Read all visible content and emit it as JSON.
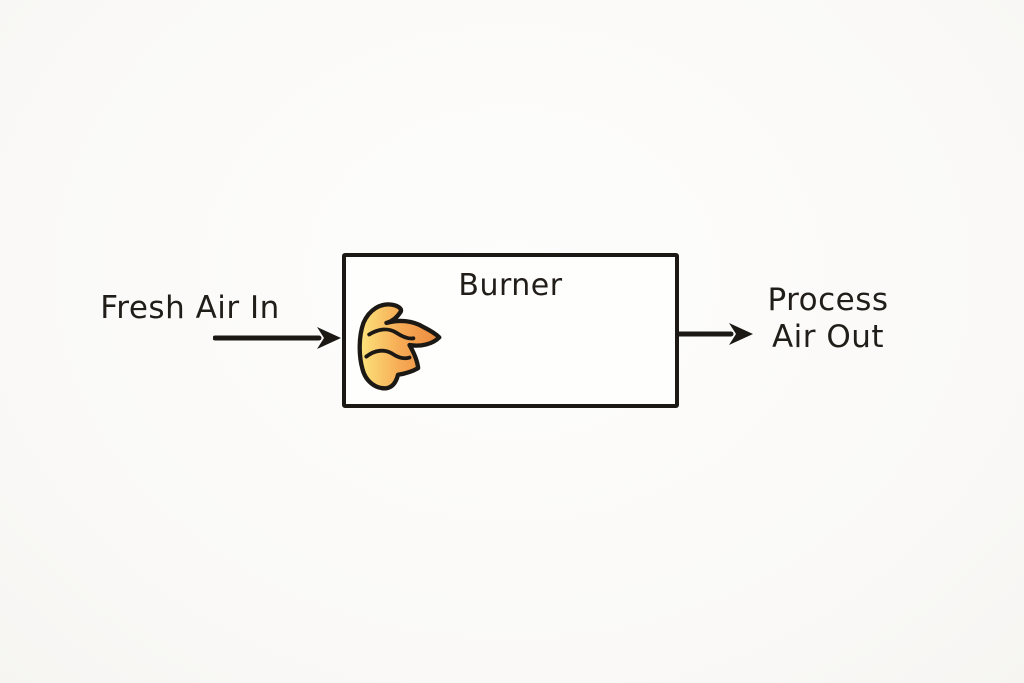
{
  "diagram": {
    "box_title": "Burner",
    "input_label": "Fresh Air In",
    "output_label_line1": "Process",
    "output_label_line2": "Air Out",
    "icons": {
      "flame": "flame-icon"
    }
  },
  "colors": {
    "background": "#faf9f7",
    "ink": "#1c1915",
    "box_fill": "#fefefd",
    "flame_yellow": "#fce47c",
    "flame_mid_orange": "#f6ab55",
    "flame_deep_orange": "#ec8a3f"
  }
}
